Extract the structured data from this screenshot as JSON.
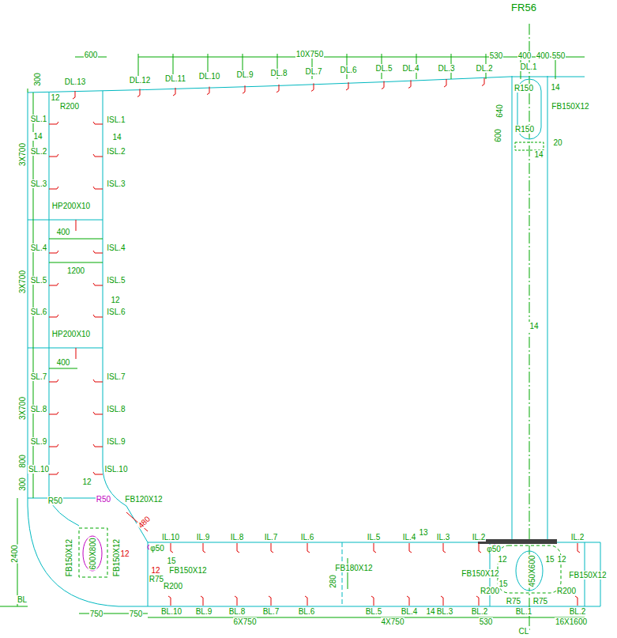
{
  "diagram": {
    "labels": [
      "FR56",
      "600",
      "10X750",
      "530",
      "400",
      "400",
      "550",
      "DL.13",
      "DL.12",
      "DL.11",
      "DL.10",
      "DL.9",
      "DL.8",
      "DL.7",
      "DL.6",
      "DL.5",
      "DL.4",
      "DL.3",
      "DL.2",
      "DL.1",
      "300",
      "12",
      "R200",
      "14",
      "R150",
      "FB150X12",
      "640",
      "R150",
      "20",
      "14",
      "600",
      "SL.1",
      "ISL.1",
      "14",
      "14",
      "SL.2",
      "ISL.2",
      "3X700",
      "SL.3",
      "ISL.3",
      "HP200X10",
      "400",
      "SL.4",
      "ISL.4",
      "1200",
      "SL.5",
      "ISL.5",
      "3X700",
      "12",
      "SL.6",
      "ISL.6",
      "HP200X10",
      "400",
      "SL.7",
      "ISL.7",
      "3X700",
      "SL.8",
      "ISL.8",
      "SL.9",
      "ISL.9",
      "800",
      "SL.10",
      "ISL.10",
      "300",
      "12",
      "FB120X12",
      "R50",
      "R50",
      "2400",
      "FB150X12",
      "600X800",
      "FB150X12",
      "12",
      "φ50",
      "480",
      "12",
      "R75",
      "15",
      "FB150X12",
      "R200",
      "750",
      "750",
      "BL",
      "IL.10",
      "IL.9",
      "IL.8",
      "IL.7",
      "IL.6",
      "IL.5",
      "IL.4",
      "13",
      "IL.3",
      "IL.2",
      "IL.2",
      "FB180X12",
      "280",
      "BL.10",
      "BL.9",
      "BL.8",
      "BL.7",
      "BL.6",
      "BL.5",
      "BL.4",
      "14",
      "BL.3",
      "BL.2",
      "BL.1",
      "BL.2",
      "6X750",
      "4X750",
      "530",
      "16X1600",
      "CL",
      "FB150X12",
      "φ50",
      "R200",
      "R75",
      "R75",
      "450X600",
      "15",
      "FB150X12",
      "R200",
      "12",
      "12",
      "15",
      "14"
    ]
  }
}
